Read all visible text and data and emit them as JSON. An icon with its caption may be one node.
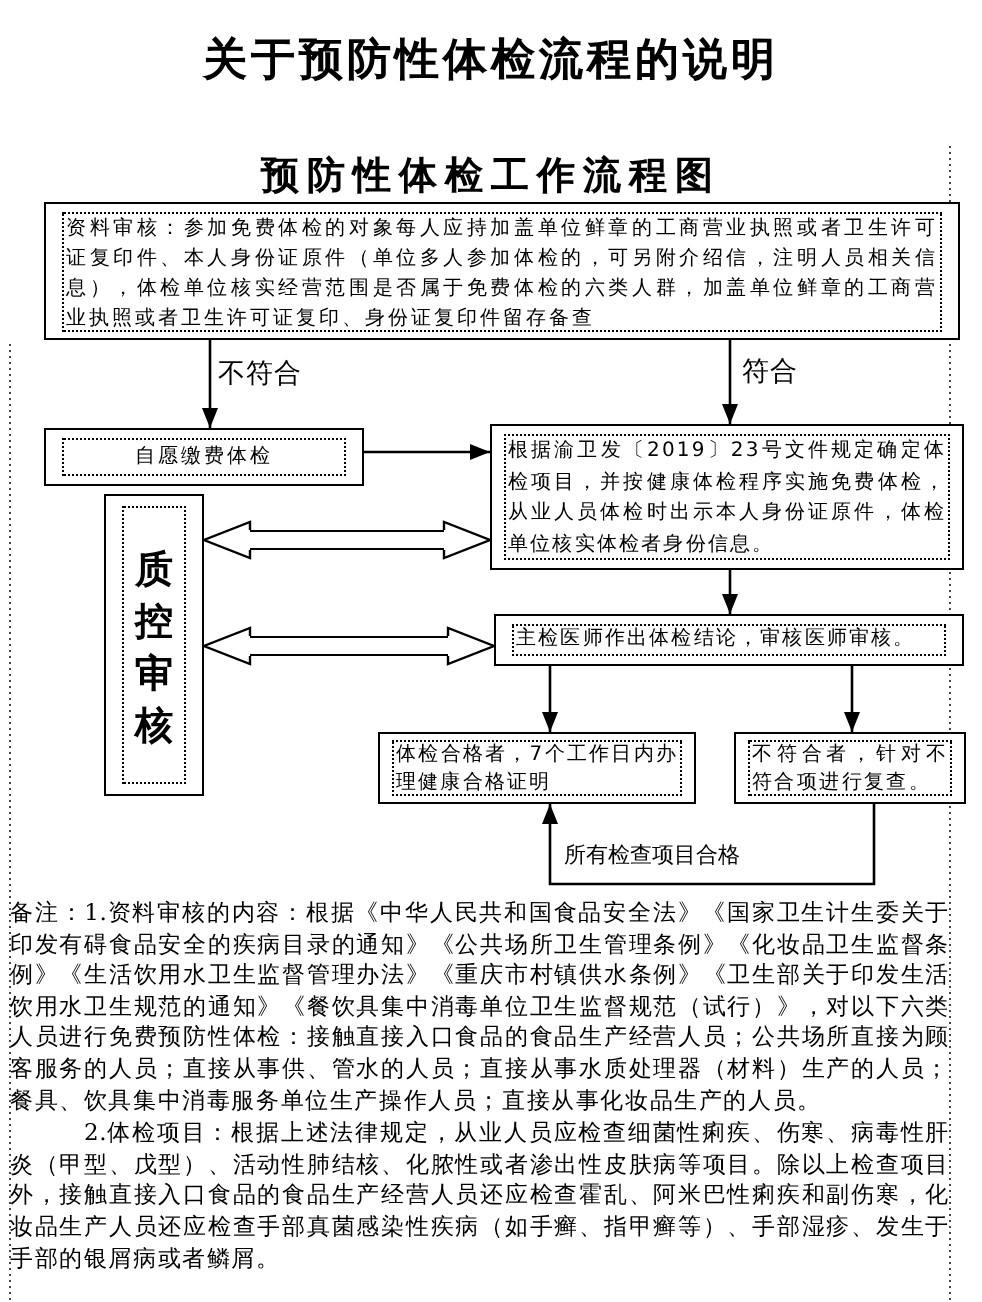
{
  "diagram": {
    "title": "关于预防性体检流程的说明",
    "nodes": [
      {
        "text": [
          "资料审核：参加免费体检的对象每人应持加盖单位鲜章的工商营业执照或者卫生许可证复印件、本人身份证原件（单位多人参加体检的，可另附介绍信，注明人员相关信息），体检单位核实经营范围是否属于免费体检的六类人群，加盖单位鲜章的工商营业执照或者卫生许可证复印、身份证复印件留存备查"
        ]
      },
      {
        "text": [
          "自愿缴费体检"
        ]
      },
      {
        "text": [
          "根据渝卫发〔2019〕23号文件规定确定体检项目，并按健康体检程序实施免费体检，从业人员体检时出示本人身份证原件，体检单位核实体检者身份信息。"
        ]
      },
      {
        "text": [
          "质控审核"
        ]
      },
      {
        "text": [
          "主检医师作出体检结论，审核医师审核。"
        ]
      },
      {
        "text": [
          "体检合格者，7个工作日内办理健康合格证明"
        ]
      },
      {
        "text": [
          "不符合者，针对不符合项进行复查。"
        ]
      }
    ],
    "edges": [
      {
        "from": 0,
        "to": 1,
        "arrow": "to",
        "label": "不符合"
      },
      {
        "from": 0,
        "to": 2,
        "arrow": "to",
        "label": "符合"
      },
      {
        "from": 1,
        "to": 2,
        "arrow": "to"
      },
      {
        "from": 3,
        "to": 2,
        "arrow": "both",
        "style": "thick"
      },
      {
        "from": 3,
        "to": 4,
        "arrow": "both",
        "style": "thick"
      },
      {
        "from": 2,
        "to": 4,
        "arrow": "to"
      },
      {
        "from": 4,
        "to": 5,
        "arrow": "to"
      },
      {
        "from": 4,
        "to": 6,
        "arrow": "to"
      },
      {
        "from": 6,
        "to": 5,
        "arrow": "to",
        "label": "所有检查项目合格"
      }
    ],
    "labels": [
      "预防性体检工作流程图",
      "备注：1.资料审核的内容：根据《中华人民共和国食品安全法》《国家卫生计生委关于印发有碍食品安全的疾病目录的通知》《公共场所卫生管理条例》《化妆品卫生监督条例》《生活饮用水卫生监督管理办法》《重庆市村镇供水条例》《卫生部关于印发生活饮用水卫生规范的通知》《餐饮具集中消毒单位卫生监督规范（试行）》，对以下六类人员进行免费预防性体检：接触直接入口食品的食品生产经营人员；公共场所直接为顾客服务的人员；直接从事供、管水的人员；直接从事水质处理器（材料）生产的人员；餐具、饮具集中消毒服务单位生产操作人员；直接从事化妆品生产的人员。",
      "2.体检项目：根据上述法律规定，从业人员应检查细菌性痢疾、伤寒、病毒性肝炎（甲型、戊型）、活动性肺结核、化脓性或者渗出性皮肤病等项目。除以上检查项目外，接触直接入口食品的食品生产经营人员还应检查霍乱、阿米巴性痢疾和副伤寒，化妆品生产人员还应检查手部真菌感染性疾病（如手癣、指甲癣等）、手部湿疹、发生于手部的银屑病或者鳞屑。"
    ]
  }
}
